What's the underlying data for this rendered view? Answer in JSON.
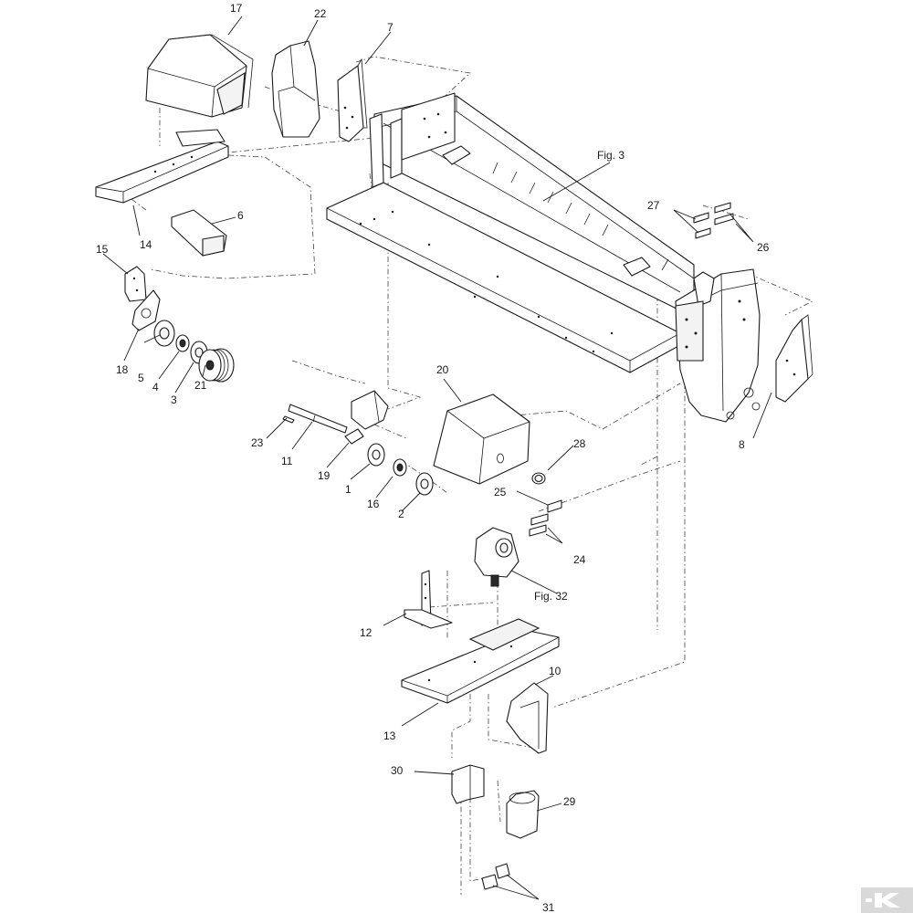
{
  "labels": {
    "p1": "1",
    "p2": "2",
    "p3": "3",
    "p4": "4",
    "p5": "5",
    "p6": "6",
    "p7": "7",
    "p8": "8",
    "p10": "10",
    "p11": "11",
    "p12": "12",
    "p13": "13",
    "p14": "14",
    "p15": "15",
    "p16": "16",
    "p17": "17",
    "p18": "18",
    "p19": "19",
    "p20": "20",
    "p21": "21",
    "p22": "22",
    "p23": "23",
    "p24": "24",
    "p25": "25",
    "p26": "26",
    "p27": "27",
    "p28": "28",
    "p29": "29",
    "p30": "30",
    "p31": "31",
    "fig3": "Fig. 3",
    "fig32": "Fig. 32"
  },
  "logo": {
    "icon": "k-logo-icon",
    "color": "#d9d9d9"
  }
}
